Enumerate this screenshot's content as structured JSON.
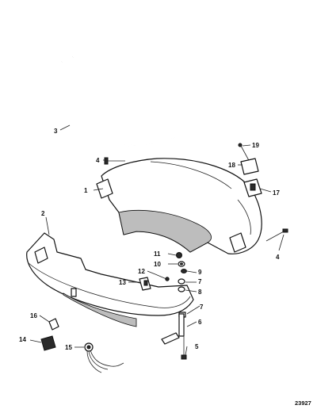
{
  "callouts": [
    {
      "id": "c1",
      "text": "1"
    },
    {
      "id": "c2",
      "text": "2"
    },
    {
      "id": "c3",
      "text": "3"
    },
    {
      "id": "c4a",
      "text": "4"
    },
    {
      "id": "c4b",
      "text": "4"
    },
    {
      "id": "c5",
      "text": "5"
    },
    {
      "id": "c6",
      "text": "6"
    },
    {
      "id": "c7a",
      "text": "7"
    },
    {
      "id": "c7b",
      "text": "7"
    },
    {
      "id": "c8",
      "text": "8"
    },
    {
      "id": "c9",
      "text": "9"
    },
    {
      "id": "c10",
      "text": "10"
    },
    {
      "id": "c11",
      "text": "11"
    },
    {
      "id": "c12",
      "text": "12"
    },
    {
      "id": "c13",
      "text": "13"
    },
    {
      "id": "c14",
      "text": "14"
    },
    {
      "id": "c15",
      "text": "15"
    },
    {
      "id": "c16",
      "text": "16"
    },
    {
      "id": "c17",
      "text": "17"
    },
    {
      "id": "c18",
      "text": "18"
    },
    {
      "id": "c19",
      "text": "19"
    }
  ],
  "figure_ref": "23927"
}
